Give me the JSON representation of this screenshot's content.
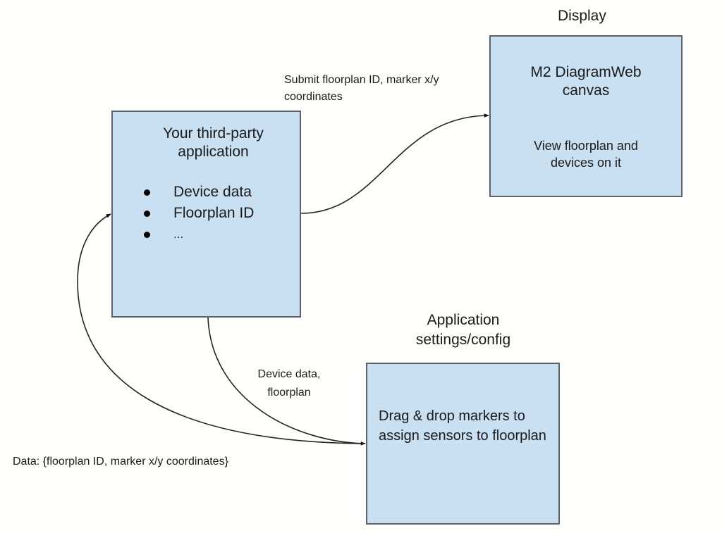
{
  "nodes": {
    "app": {
      "title": "Your third-party application",
      "items": [
        "Device data",
        "Floorplan ID",
        "..."
      ]
    },
    "display": {
      "heading": "Display",
      "title": "M2 DiagramWeb canvas",
      "subtitle": "View floorplan and devices on it"
    },
    "settings": {
      "heading": "Application settings/config",
      "body": "Drag & drop markers to assign sensors to floorplan"
    }
  },
  "edges": [
    {
      "from": "app",
      "to": "display",
      "label": "Submit floorplan ID, marker x/y coordinates"
    },
    {
      "from": "app",
      "to": "settings",
      "label": "Device data, floorplan"
    },
    {
      "from": "settings",
      "to": "app",
      "label": "Data: {floorplan ID, marker x/y coordinates}"
    }
  ],
  "colors": {
    "box_fill": "#c9dff2",
    "box_border": "#5f6368",
    "line": "#222222",
    "background": "#fffffd"
  }
}
